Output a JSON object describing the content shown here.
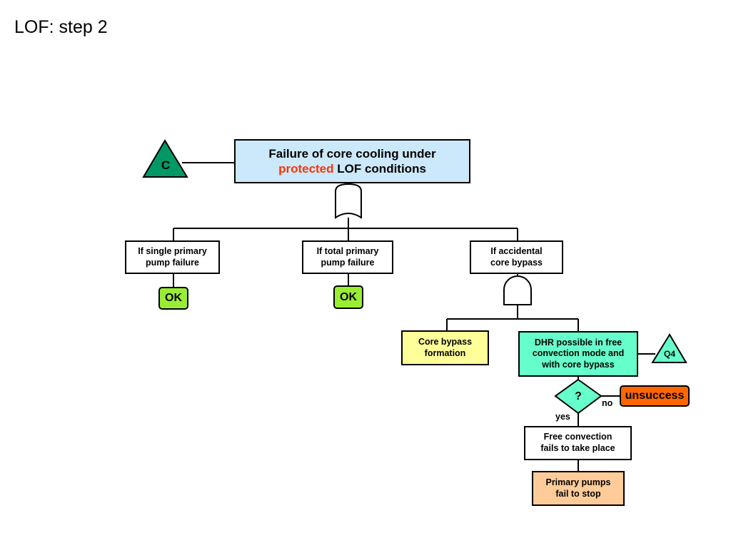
{
  "slide": {
    "title": "LOF: step 2"
  },
  "top_event": {
    "line1": "Failure of core cooling under",
    "line2_highlight": "protected",
    "line2_rest": " LOF conditions",
    "fill_color": "#cce8fb",
    "highlight_color": "#ff3300"
  },
  "transfer_in": {
    "label": "C",
    "fill_color": "#009966"
  },
  "branches": {
    "single": {
      "line1": "If single primary",
      "line2": "pump failure"
    },
    "total": {
      "line1": "If total primary",
      "line2": "pump failure"
    },
    "bypass": {
      "line1": "If accidental",
      "line2": "core bypass"
    }
  },
  "ok_results": {
    "label1": "OK",
    "label2": "OK",
    "fill_color": "#99ee33"
  },
  "sub_events": {
    "core_bypass": {
      "line1": "Core bypass",
      "line2": "formation",
      "fill_color": "#ffff99"
    },
    "dhr": {
      "line1": "DHR possible in free",
      "line2": "convection mode and",
      "line3": "with core bypass",
      "fill_color": "#66ffcc"
    }
  },
  "transfer_q4": {
    "label": "Q4",
    "fill_color": "#66ffcc"
  },
  "decision": {
    "label": "?",
    "fill_color": "#66ffcc",
    "no_label": "no",
    "yes_label": "yes"
  },
  "unsuccess": {
    "label": "unsuccess",
    "fill_color": "#ff6600"
  },
  "free_convection": {
    "line1": "Free convection",
    "line2": "fails to take place"
  },
  "primary_pumps": {
    "line1": "Primary pumps",
    "line2": "fail to stop",
    "fill_color": "#ffcc99"
  }
}
